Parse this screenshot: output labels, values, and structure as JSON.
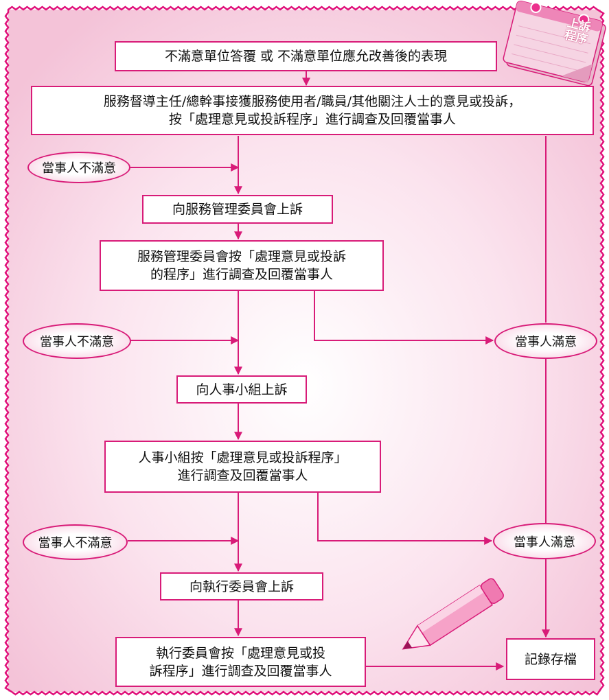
{
  "colors": {
    "accent": "#d81b78",
    "background_gradient_center": "#ffffff",
    "background_gradient_edge": "#f4c3d8",
    "border_zigzag": "#e0107a"
  },
  "icons": [
    "calendar-icon",
    "pencil-icon"
  ],
  "calendar_tag": "上訴程序",
  "steps": {
    "top": "不滿意單位答覆 或 不滿意單位應允改善後的表現",
    "initial": "服務督導主任/總幹事接獲服務使用者/職員/其他關注人士的意見或投訴，\n按「處理意見或投訴程序」進行調查及回覆當事人",
    "appeal1": "向服務管理委員會上訴",
    "process1": "服務管理委員會按「處理意見或投訴\n的程序」進行調查及回覆當事人",
    "appeal2": "向人事小組上訴",
    "process2": "人事小組按「處理意見或投訴程序」\n進行調查及回覆當事人",
    "appeal3": "向執行委員會上訴",
    "process3": "執行委員會按「處理意見或投\n訴程序」進行調查及回覆當事人",
    "record": "記錄存檔"
  },
  "ovals": {
    "unsatisfied1": "當事人不滿意",
    "unsatisfied2": "當事人不滿意",
    "unsatisfied3": "當事人不滿意",
    "satisfied1": "當事人滿意",
    "satisfied2": "當事人滿意"
  }
}
